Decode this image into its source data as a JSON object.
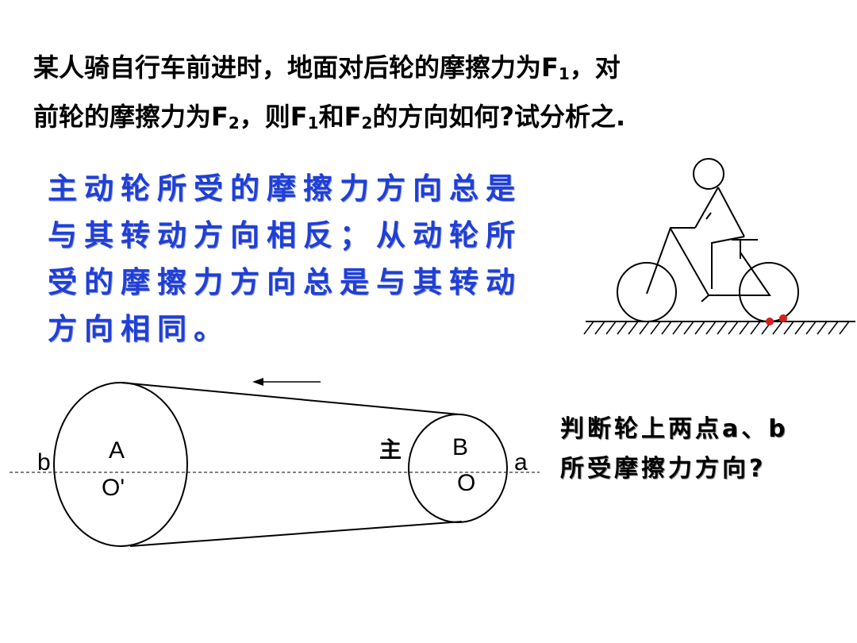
{
  "question": {
    "line1_a": "某人骑自行车前进时，地面对后轮的摩擦力为F",
    "line1_sub1": "1",
    "line1_b": "，对",
    "line2_a": "前轮的摩擦力为F",
    "line2_sub2": "2",
    "line2_b": "，则F",
    "line2_sub3": "1",
    "line2_c": "和F",
    "line2_sub4": "2",
    "line2_d": "的方向如何?试分析之."
  },
  "answer": {
    "line1": "主动轮所受的摩擦力方向总是",
    "line2": "与其转动方向相反；从动轮所",
    "line3": "受的摩擦力方向总是与其转动",
    "line4": "方向相同。"
  },
  "judge": {
    "line1": "判断轮上两点a、b",
    "line2": "所受摩擦力方向?"
  },
  "belt": {
    "label_b": "b",
    "label_A": "A",
    "label_O_left": "O'",
    "label_zhu": "主",
    "label_B": "B",
    "label_O_right": "O",
    "label_a": "a"
  },
  "colors": {
    "answer_text": "#1f3fd6",
    "contact_points": "#d42020"
  }
}
